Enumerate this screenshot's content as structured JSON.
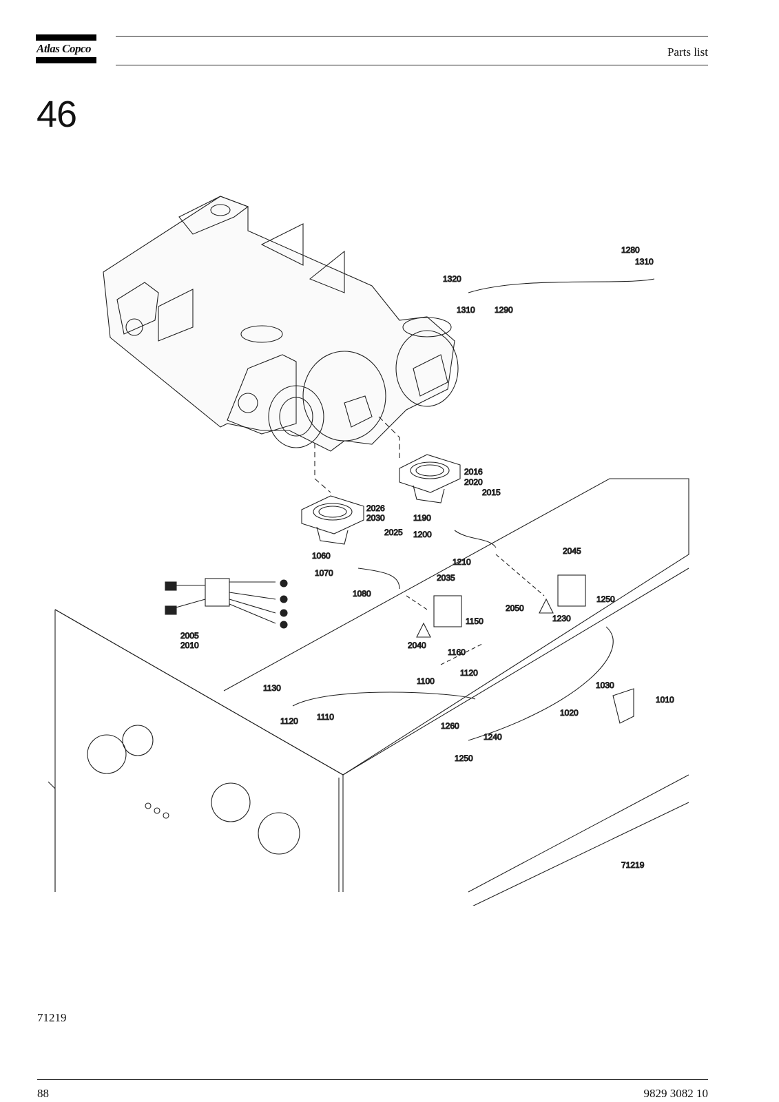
{
  "header": {
    "brand": "Atlas Copco",
    "title": "Parts list"
  },
  "section_number": "46",
  "drawing": {
    "drawing_number": "71219",
    "callouts": [
      "1280",
      "1310",
      "1320",
      "1310",
      "1290",
      "2016",
      "2020",
      "2015",
      "2026",
      "2030",
      "2025",
      "1190",
      "1200",
      "1060",
      "1070",
      "1080",
      "2035",
      "1210",
      "2045",
      "2050",
      "1250",
      "1230",
      "2040",
      "1150",
      "1160",
      "1120",
      "1100",
      "1130",
      "1120",
      "1110",
      "1030",
      "1010",
      "1020",
      "1260",
      "1240",
      "1250",
      "2005",
      "2010"
    ]
  },
  "figure_reference": "71219",
  "footer": {
    "page_number": "88",
    "document_number": "9829 3082 10"
  }
}
